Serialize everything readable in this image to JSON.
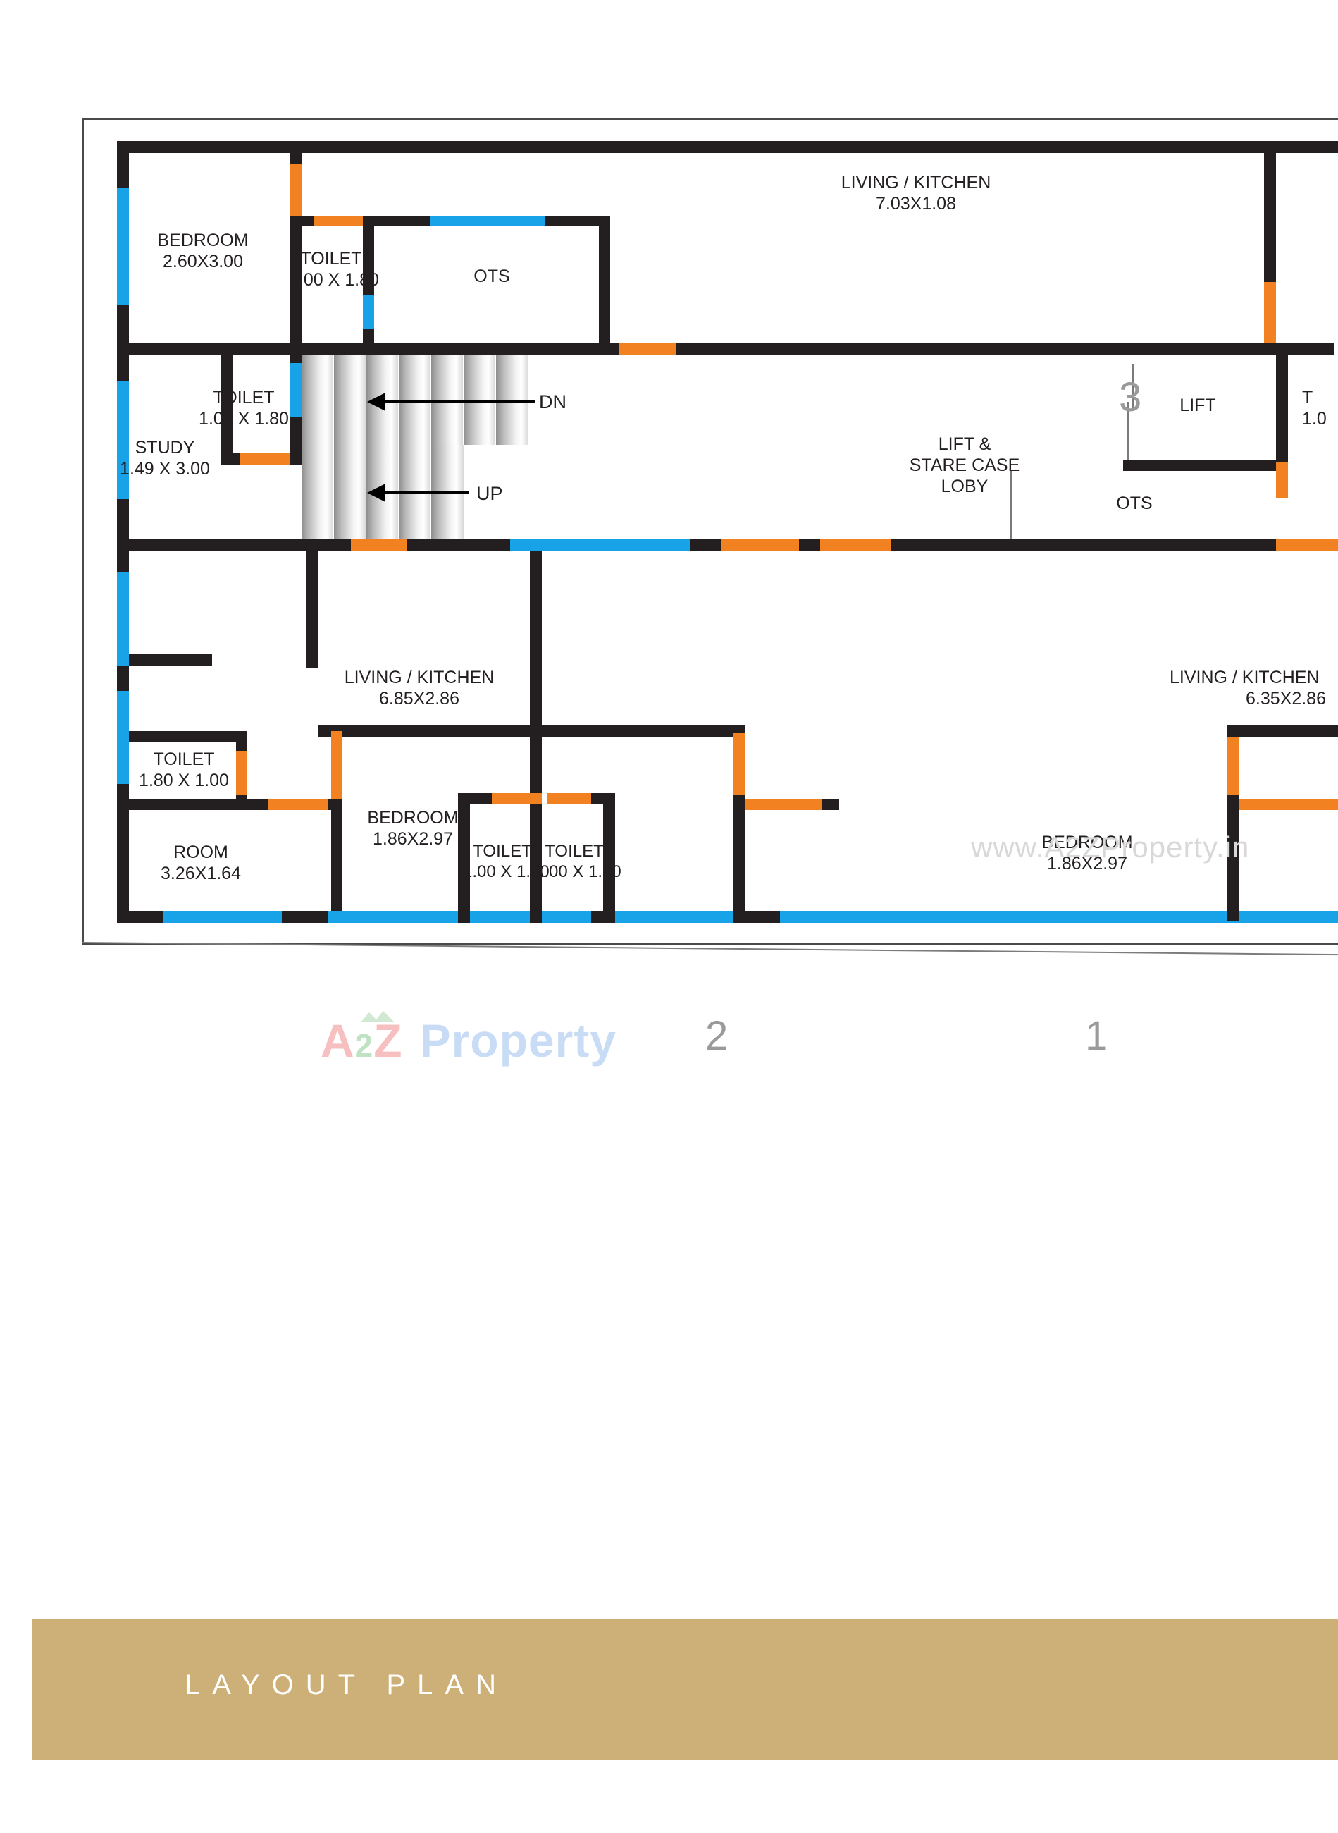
{
  "meta": {
    "title": "Layout Plan",
    "colors": {
      "wall": "#231f20",
      "door": "#F28221",
      "window": "#18A3E8",
      "banner": "#cdaf78",
      "unit_number": "#9a9a9a",
      "stair_tread_light": "#f2f2f2",
      "stair_tread_dark": "#8d8d8d"
    }
  },
  "banner": {
    "label": "L A Y O U T     P L A N",
    "plain_label": "LAYOUT PLAN"
  },
  "watermarks": {
    "brand": {
      "a": "A",
      "two": "2",
      "z": "Z",
      "property": "Property"
    },
    "url": "www.A2ZProperty.in"
  },
  "unit_numbers": [
    {
      "id": "unit-3",
      "label": "3"
    },
    {
      "id": "unit-2",
      "label": "2"
    },
    {
      "id": "unit-1",
      "label": "1"
    }
  ],
  "rooms": [
    {
      "id": "bedroom-top-left",
      "name": "BEDROOM",
      "dim": "2.60X3.00"
    },
    {
      "id": "toilet-top-left",
      "name": "TOILET",
      "dim": "1.00 X 1.80"
    },
    {
      "id": "ots-top",
      "name": "OTS",
      "dim": ""
    },
    {
      "id": "living-kitchen-3",
      "name": "LIVING / KITCHEN",
      "dim": "7.03X1.08"
    },
    {
      "id": "toilet-study",
      "name": "TOILET",
      "dim": "1.00 X 1.80"
    },
    {
      "id": "study",
      "name": "STUDY",
      "dim": "1.49 X 3.00"
    },
    {
      "id": "lift",
      "name": "LIFT",
      "dim": ""
    },
    {
      "id": "lift-stair-loby",
      "name": "LIFT &",
      "dim": "STARE CASE",
      "dim2": "LOBY"
    },
    {
      "id": "ots-middle",
      "name": "OTS",
      "dim": ""
    },
    {
      "id": "toilet-right-edge",
      "name": "T",
      "dim": "1.0"
    },
    {
      "id": "living-kitchen-2",
      "name": "LIVING / KITCHEN",
      "dim": "6.85X2.86"
    },
    {
      "id": "living-kitchen-1",
      "name": "LIVING / KITCHEN",
      "dim": "6.35X2.86"
    },
    {
      "id": "toilet-left-low",
      "name": "TOILET",
      "dim": "1.80 X 1.00"
    },
    {
      "id": "room-bottom-left",
      "name": "ROOM",
      "dim": "3.26X1.64"
    },
    {
      "id": "bedroom-bottom-mid",
      "name": "BEDROOM",
      "dim": "1.86X2.97"
    },
    {
      "id": "toilet-bottom-a",
      "name": "TOILET",
      "dim": "1.00 X 1.80"
    },
    {
      "id": "toilet-bottom-b",
      "name": "TOILET",
      "dim": "1.00 X 1.80"
    },
    {
      "id": "bedroom-bottom-rt",
      "name": "BEDROOM",
      "dim": "1.86X2.97"
    }
  ],
  "stairs": {
    "down_label": "DN",
    "up_label": "UP",
    "upper_flight_treads": 7,
    "lower_flight_treads": 5
  }
}
